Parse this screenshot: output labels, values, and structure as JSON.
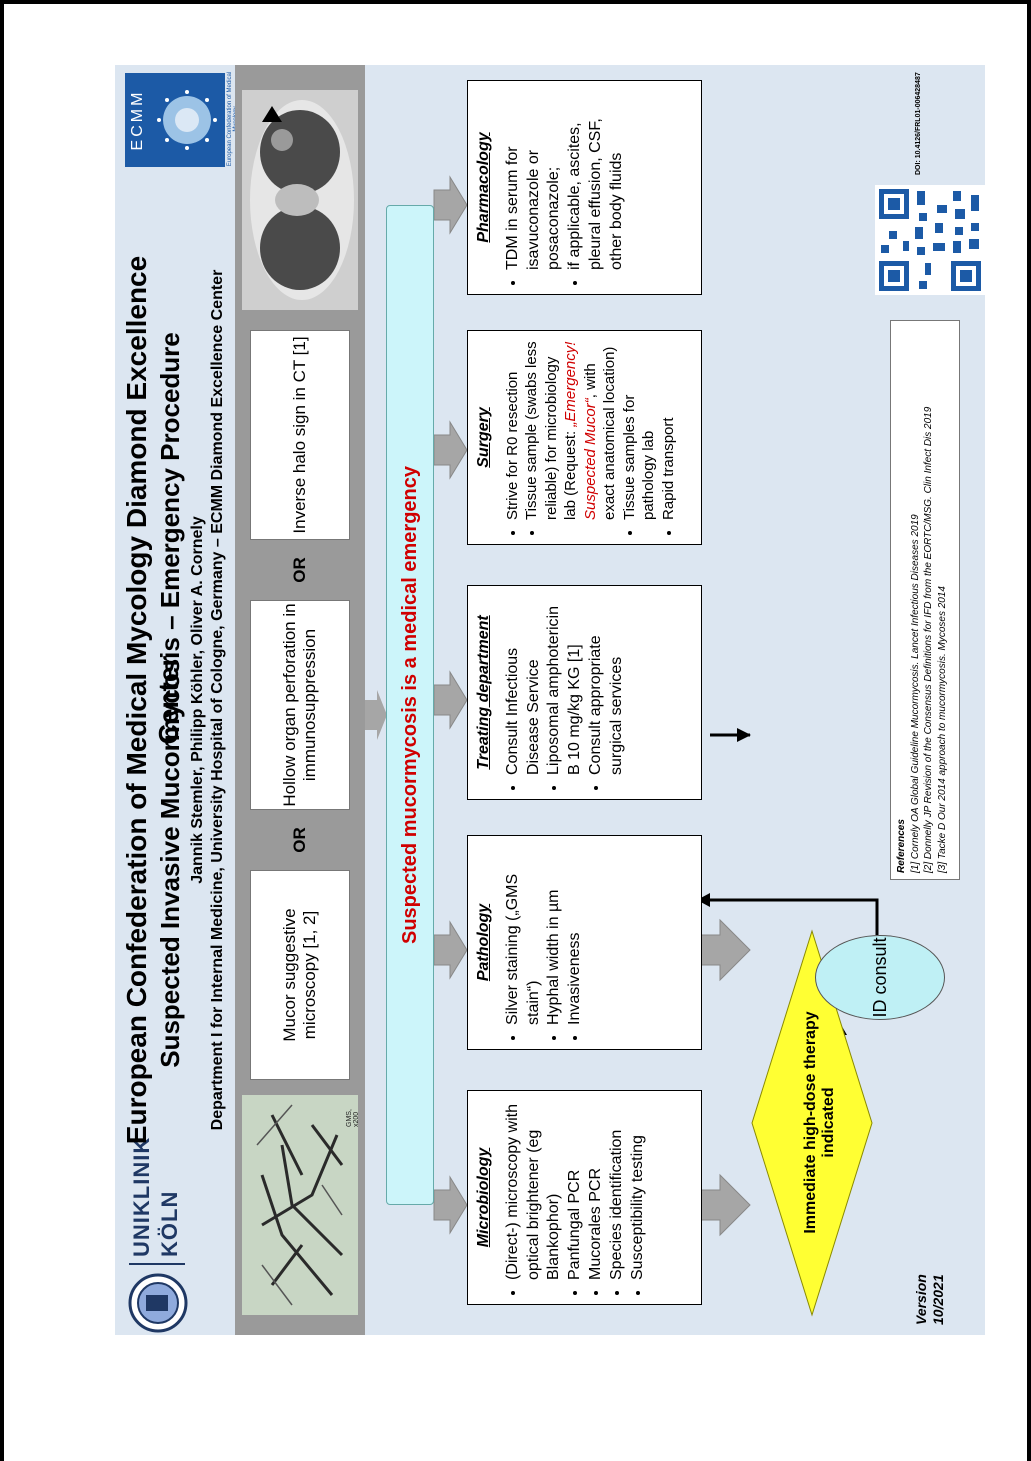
{
  "header": {
    "title": "European Confederation of Medical Mycology Diamond Excellence Center",
    "subtitle": "Suspected Invasive Mucormycosis – Emergency Procedure",
    "authors": "Jannik Stemler, Philipp Köhler, Oliver A. Cornely",
    "affiliation": "Department I for Internal Medicine, University Hospital of Cologne, Germany – ECMM Diamond Excellence Center"
  },
  "logos": {
    "uniklinik_line1": "UNIKLINIK",
    "uniklinik_line2": "KÖLN",
    "ecmm_text": "ECMM",
    "ecmm_caption": "European Confederation of Medical Mycology"
  },
  "images": {
    "micro_caption": "GMS, x200"
  },
  "criteria": [
    "Mucor suggestive microscopy [1, 2]",
    "Hollow organ perforation in immunosuppression",
    "Inverse halo sign in CT [1]"
  ],
  "or_label": "OR",
  "banner": "Suspected mucormycosis is a medical emergency",
  "boxes": {
    "microbiology": {
      "title": "Microbiology",
      "items": [
        "(Direct-) microscopy with optical brightener (eg Blankophor)",
        "Panfungal PCR",
        "Mucorales PCR",
        "Species identification",
        "Susceptibility testing"
      ]
    },
    "pathology": {
      "title": "Pathology",
      "items": [
        "Silver staining („GMS stain“)",
        "Hyphal width in µm",
        "Invasiveness"
      ]
    },
    "treating": {
      "title": "Treating department",
      "items": [
        "Consult Infectious Disease Service",
        "Liposomal amphotericin B 10 mg/kg KG [1]",
        "Consult appropriate surgical services"
      ]
    },
    "surgery": {
      "title": "Surgery",
      "item1": "Strive for R0 resection",
      "item2_pre": "Tissue sample (swabs less reliable) for microbiology lab (Request: ",
      "item2_red": "„Emergency! Suspected Mucor“",
      "item2_post": ", with exact anatomical location)",
      "item3": "Tissue samples for pathology lab",
      "item4": "Rapid transport"
    },
    "pharmacology": {
      "title": "Pharmacology",
      "items": [
        "TDM in serum for isavuconazole or posaconazole;",
        "if applicable, ascites, pleural effusion, CSF, other body fluids"
      ]
    }
  },
  "diamond": "Immediate high-dose therapy indicated",
  "oval": "ID consult",
  "version_label": "Version",
  "version_date": "10/2021",
  "references": {
    "heading": "References",
    "items": [
      "[1] Cornely OA Global Guideline Mucormycosis. Lancet Infectious Diseases 2019",
      "[2] Donnelly JP Revision of the Consensus Definitions for IFD from the EORTC/MSG. Clin Infect Dis 2019",
      "[3] Tacke D Our 2014 approach to mucormycosis. Mycoses 2014"
    ]
  },
  "doi": "DOI: 10.4126/FRL01-006428487",
  "colors": {
    "panel": "#dce6f1",
    "banner": "#ccf5fa",
    "emergency_red": "#d00000",
    "diamond": "#ffff33",
    "oval": "#bff0f5",
    "band": "#9a9a9a"
  }
}
